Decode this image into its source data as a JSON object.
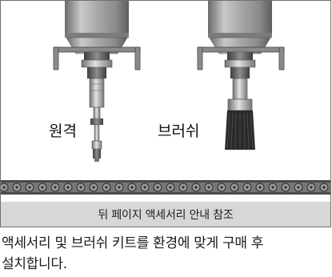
{
  "figure": {
    "labels": {
      "left_tool": "원격",
      "right_tool": "브러쉬"
    },
    "caption": "뒤 페이지 액세서리 안내 참조"
  },
  "instruction": {
    "lines": [
      "액세서리 및 브러쉬 키트를 환경에 맞게 구매 후",
      "설치합니다."
    ]
  }
}
